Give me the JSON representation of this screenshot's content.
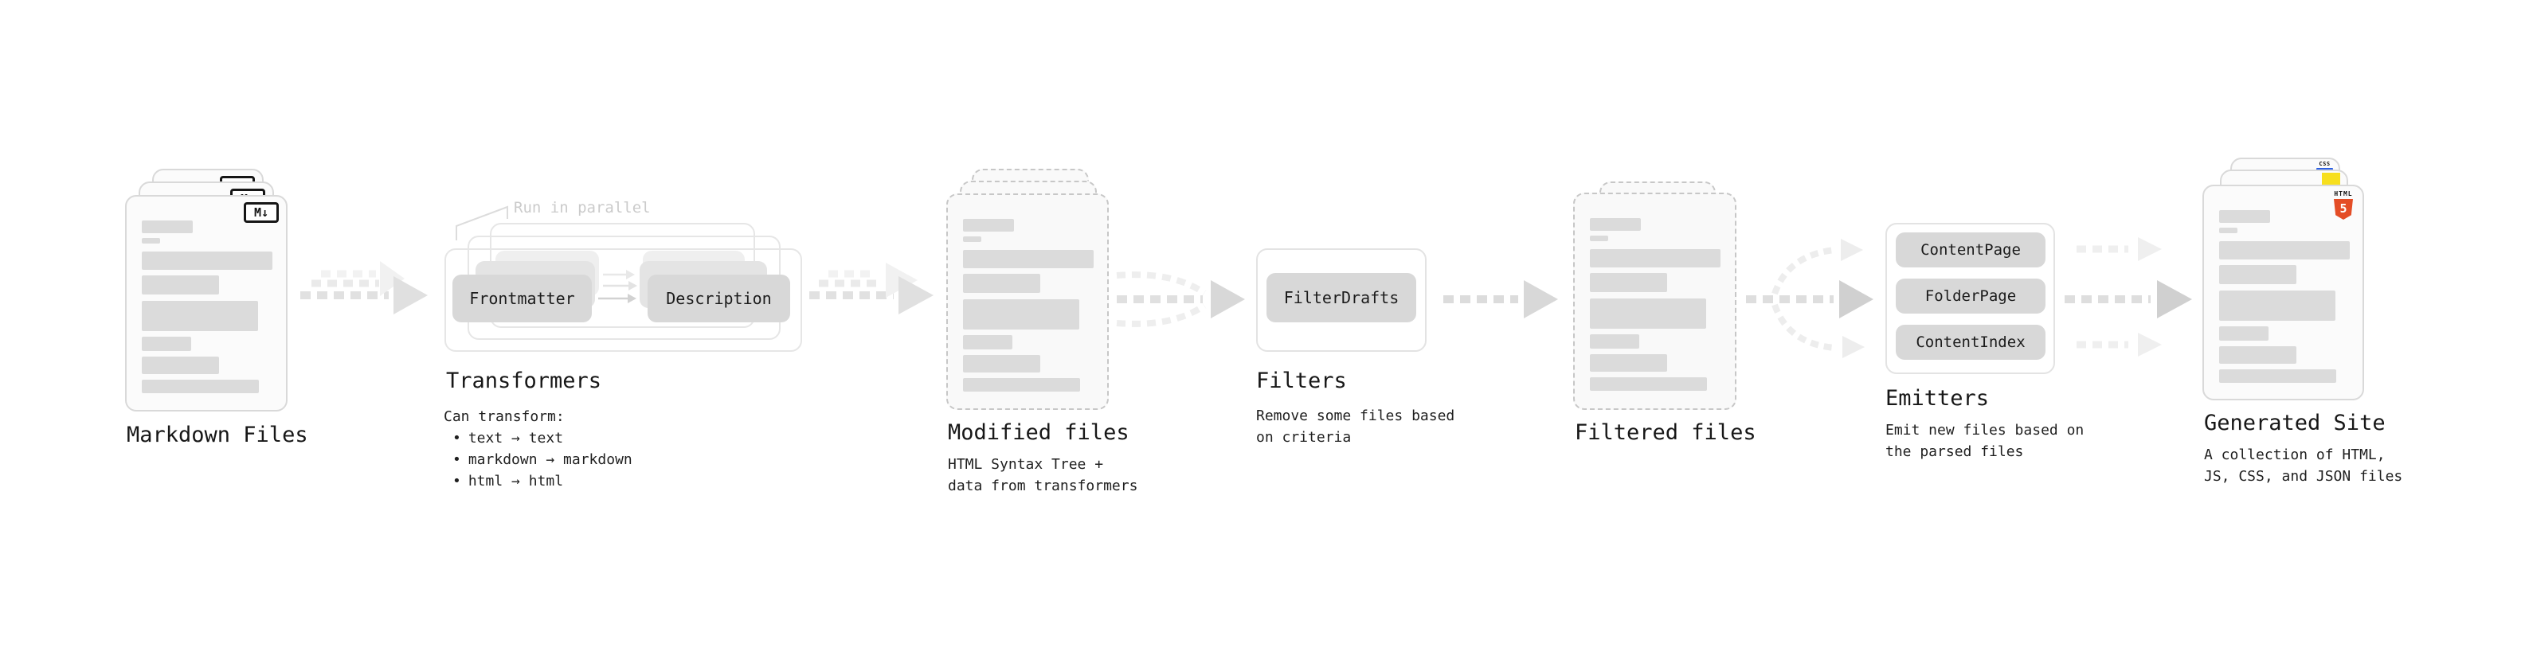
{
  "diagram": {
    "stages": {
      "markdown_files": {
        "label": "Markdown Files",
        "file_badge": "M↓"
      },
      "transformers": {
        "label": "Transformers",
        "annotation": "Run in parallel",
        "input_pill": "Frontmatter",
        "output_pill": "Description",
        "description_intro": "Can transform:",
        "bullet_char": "•",
        "bullets": [
          "text → text",
          "markdown → markdown",
          "html → html"
        ]
      },
      "modified_files": {
        "label": "Modified files",
        "description_lines": [
          "HTML Syntax Tree +",
          "data from transformers"
        ]
      },
      "filters": {
        "label": "Filters",
        "pill": "FilterDrafts",
        "description_lines": [
          "Remove some files based",
          "on criteria"
        ]
      },
      "filtered_files": {
        "label": "Filtered files"
      },
      "emitters": {
        "label": "Emitters",
        "pills": [
          "ContentPage",
          "FolderPage",
          "ContentIndex"
        ],
        "description_lines": [
          "Emit new files based on",
          "the parsed files"
        ]
      },
      "generated_site": {
        "label": "Generated Site",
        "css_badge": "CSS",
        "html_badge_label": "HTML",
        "html_badge_number": "5",
        "description_lines": [
          "A collection of HTML,",
          "JS, CSS, and JSON files"
        ]
      }
    },
    "colors": {
      "html5_orange": "#e44d26",
      "js_yellow": "#f7df1e",
      "css_blue": "#2b5fe3",
      "pill_gray": "#d8d8d8",
      "arrow_gray": "#e0e0e0"
    }
  }
}
